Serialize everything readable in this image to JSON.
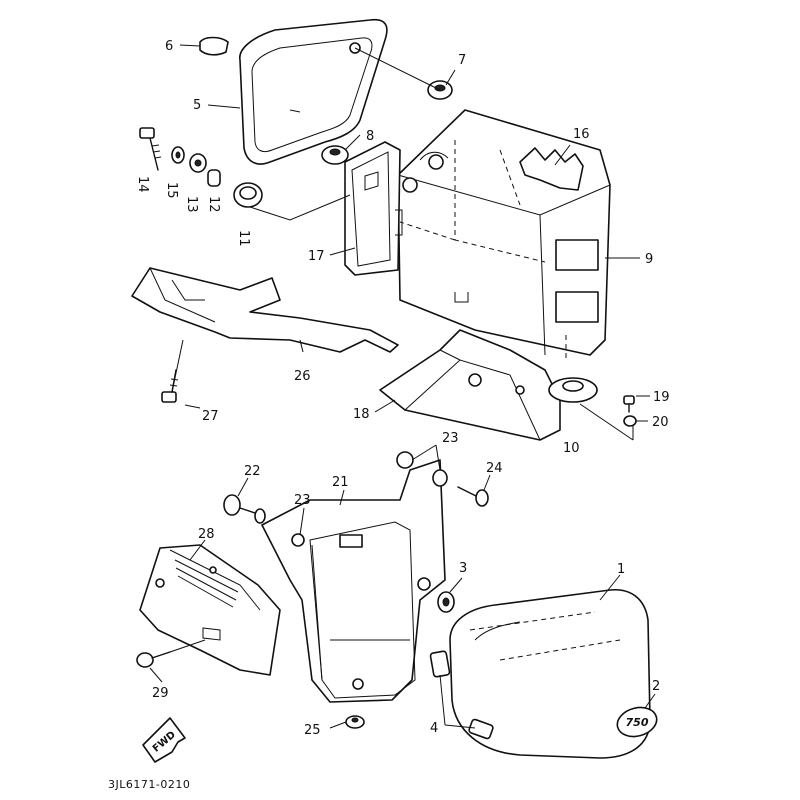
{
  "callouts": [
    {
      "id": "c1",
      "label": "1"
    },
    {
      "id": "c2",
      "label": "2"
    },
    {
      "id": "c3",
      "label": "3"
    },
    {
      "id": "c4",
      "label": "4"
    },
    {
      "id": "c5",
      "label": "5"
    },
    {
      "id": "c6",
      "label": "6"
    },
    {
      "id": "c7",
      "label": "7"
    },
    {
      "id": "c8",
      "label": "8"
    },
    {
      "id": "c9",
      "label": "9"
    },
    {
      "id": "c10",
      "label": "10"
    },
    {
      "id": "c11",
      "label": "11"
    },
    {
      "id": "c12",
      "label": "12"
    },
    {
      "id": "c13",
      "label": "13"
    },
    {
      "id": "c14",
      "label": "14"
    },
    {
      "id": "c15",
      "label": "15"
    },
    {
      "id": "c16",
      "label": "16"
    },
    {
      "id": "c17",
      "label": "17"
    },
    {
      "id": "c18",
      "label": "18"
    },
    {
      "id": "c19",
      "label": "19"
    },
    {
      "id": "c20",
      "label": "20"
    },
    {
      "id": "c21",
      "label": "21"
    },
    {
      "id": "c22",
      "label": "22"
    },
    {
      "id": "c23a",
      "label": "23"
    },
    {
      "id": "c23b",
      "label": "23"
    },
    {
      "id": "c24",
      "label": "24"
    },
    {
      "id": "c25",
      "label": "25"
    },
    {
      "id": "c26",
      "label": "26"
    },
    {
      "id": "c27",
      "label": "27"
    },
    {
      "id": "c28",
      "label": "28"
    },
    {
      "id": "c29",
      "label": "29"
    }
  ],
  "direction_marker": "FWD",
  "emblem_text": "750",
  "drawing_code": "3JL6171-0210"
}
